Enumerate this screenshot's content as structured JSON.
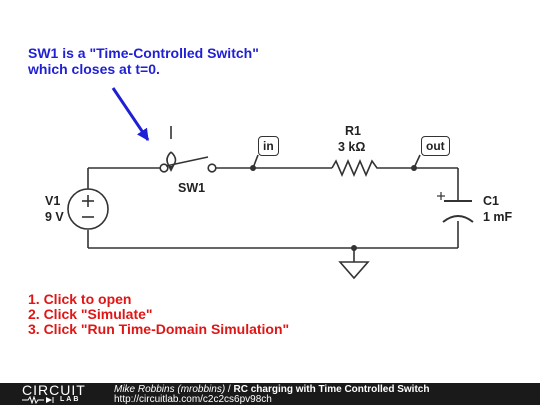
{
  "annotation": {
    "line1": "SW1 is a \"Time-Controlled Switch\"",
    "line2": "which closes at t=0."
  },
  "components": {
    "switch": {
      "name": "SW1"
    },
    "source": {
      "name": "V1",
      "value": "9 V"
    },
    "resistor": {
      "name": "R1",
      "value": "3 kΩ"
    },
    "capacitor": {
      "name": "C1",
      "value": "1 mF"
    }
  },
  "nodes": {
    "in": "in",
    "out": "out"
  },
  "instructions": [
    "1. Click to open",
    "2. Click \"Simulate\"",
    "3. Click \"Run Time-Domain Simulation\""
  ],
  "footer": {
    "logo_top": "CIRCUIT",
    "logo_bottom": "LAB",
    "author": "Mike Robbins (mrobbins)",
    "separator": " / ",
    "title": "RC charging with Time Controlled Switch",
    "url": "http://circuitlab.com/c2c2cs6pv98ch"
  },
  "colors": {
    "wire": "#333333",
    "annotation": "#1f1fd6",
    "instructions": "#e01515",
    "footer_bg": "#1a1a1a"
  },
  "icons": [
    "pointer-arrow-icon",
    "ground-icon"
  ]
}
